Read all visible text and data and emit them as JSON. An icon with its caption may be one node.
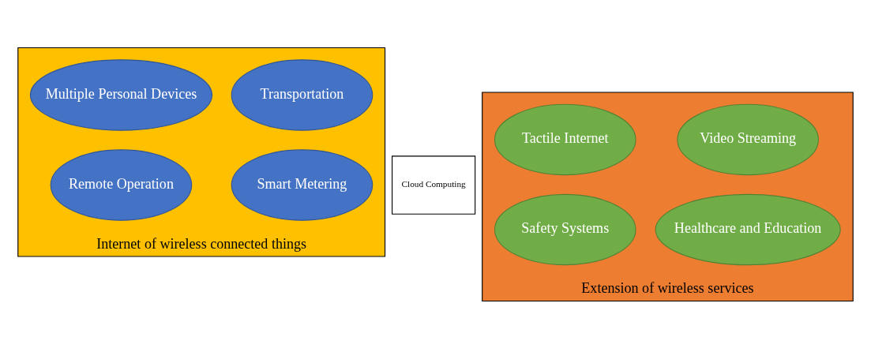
{
  "diagram": {
    "nodes": [
      {
        "text": [
          "Internet of wireless connected things"
        ]
      },
      {
        "text": [
          "Multiple Personal Devices"
        ],
        "in": 0
      },
      {
        "text": [
          "Transportation"
        ],
        "in": 0
      },
      {
        "text": [
          "Remote Operation"
        ],
        "in": 0
      },
      {
        "text": [
          "Smart Metering"
        ],
        "in": 0
      },
      {
        "text": [
          "Cloud Computing"
        ]
      },
      {
        "text": [
          "Extension of wireless services"
        ]
      },
      {
        "text": [
          "Tactile Internet"
        ],
        "in": 6
      },
      {
        "text": [
          "Video Streaming"
        ],
        "in": 6
      },
      {
        "text": [
          "Safety Systems"
        ],
        "in": 6
      },
      {
        "text": [
          "Healthcare and Education"
        ],
        "in": 6
      }
    ]
  }
}
